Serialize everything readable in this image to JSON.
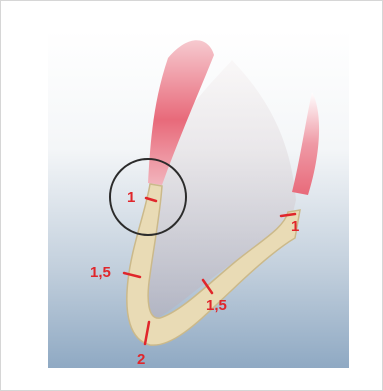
{
  "labels": {
    "circled": "1",
    "right_apex": "1",
    "left_wall": "1,5",
    "right_wall": "1,5",
    "bottom": "2"
  },
  "colors": {
    "annotation": "#e0262b",
    "circle_stroke": "#2b2b2b",
    "crown_pink": "#e86a7a",
    "crown_pink_light": "#f6c9cf",
    "root_fill": "#e9dbb5",
    "root_stroke": "#cbb98a",
    "background_top": "#ffffff",
    "background_bottom": "#8fa9c3"
  },
  "icons": [
    "magnifier-circle"
  ]
}
